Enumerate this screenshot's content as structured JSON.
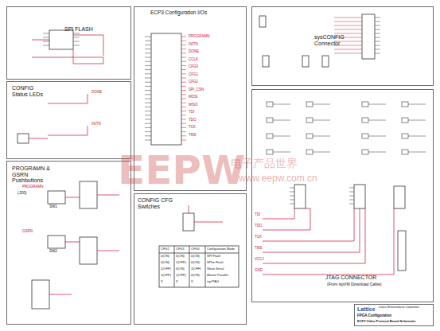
{
  "diagram": {
    "nodes": [
      {
        "text": [
          "SPI FLASH"
        ]
      },
      {
        "text": [
          "CONFIG Status LEDs"
        ]
      },
      {
        "text": [
          "PROGRAMN & GSRN Pushbuttons"
        ]
      },
      {
        "text": [
          "ECP3 Configuration I/Os"
        ]
      },
      {
        "text": [
          "CONFIG CFG Switches"
        ]
      },
      {
        "text": [
          "sysCONFIG Connector"
        ]
      },
      {
        "text": [
          "JTAG CONNECTOR",
          "(From ispVM Download Cable)"
        ]
      },
      {
        "text": [
          "Lattice",
          "Lattice Semiconductor Corporation",
          "FPGA Configuration",
          "ECP3 Video Protocol Board Schematic"
        ]
      }
    ],
    "labels": [
      "EEPW",
      "电子产品世界",
      "www.eepw.com.cn",
      "CFG2",
      "CFG1",
      "CFG0",
      "Configuration Mode",
      "0(ON)",
      "0(ON)",
      "0(ON)",
      "SPI Flash",
      "0(ON)",
      "1(OFF)",
      "0(ON)",
      "SPIm Flash",
      "1(OFF)",
      "0(ON)",
      "1(OFF)",
      "Slave Serial",
      "1(OFF)",
      "1(OFF)",
      "0(ON)",
      "Master Parallel",
      "X",
      "X",
      "X",
      "ispJTAG",
      "(J20)",
      "PROGRAMN",
      "INITN",
      "DONE",
      "CCLK",
      "CFG0",
      "CFG1",
      "CFG2",
      "SPI_CSN",
      "MOSI",
      "MISO",
      "TDI",
      "TDO",
      "TCK",
      "TMS",
      "TDI",
      "TDO",
      "TCK",
      "TMS",
      "VCCJ",
      "GND",
      "PROGRAMN",
      "GSRN",
      "SW1",
      "SW2",
      "DONE",
      "INITN"
    ]
  }
}
